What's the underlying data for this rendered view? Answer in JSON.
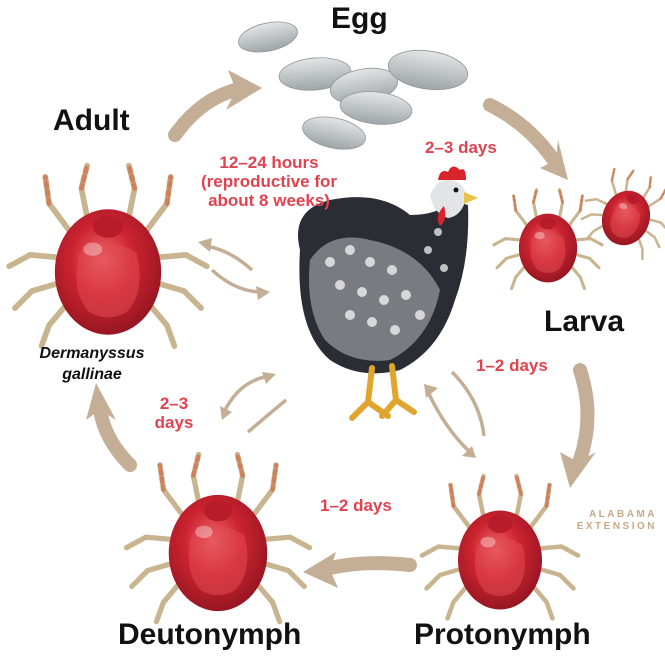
{
  "stages": {
    "egg": "Egg",
    "larva": "Larva",
    "protonymph": "Protonymph",
    "deutonymph": "Deutonymph",
    "adult": "Adult"
  },
  "durations": {
    "egg_to_larva": "2–3 days",
    "larva_to_protonymph": "1–2 days",
    "protonymph_to_deutonymph": "1–2 days",
    "deutonymph_to_adult_line1": "2–3",
    "deutonymph_to_adult_line2": "days",
    "adult_line1": "12–24 hours",
    "adult_line2": "(reproductive for",
    "adult_line3": "about 8 weeks)"
  },
  "species": {
    "line1": "Dermanyssus",
    "line2": "gallinae"
  },
  "brand": {
    "line1": "ALABAMA",
    "line2": "EXTENSION"
  },
  "colors": {
    "mite_body": "#c9212e",
    "mite_highlight": "#e8525a",
    "mite_leg": "#d8c9a8",
    "arrow": "#c4ae95",
    "time_text": "#e0434f",
    "egg": "#b9bec0",
    "hen_feather": "#2a2d33",
    "hen_comb": "#d8232a",
    "hen_leg": "#e0a52d"
  }
}
